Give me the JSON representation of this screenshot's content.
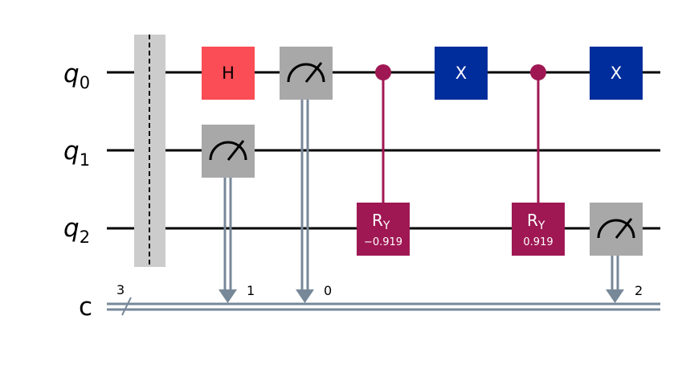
{
  "qubits": [
    {
      "name": "q",
      "index": "0"
    },
    {
      "name": "q",
      "index": "1"
    },
    {
      "name": "q",
      "index": "2"
    }
  ],
  "classical": {
    "name": "c",
    "width": "3"
  },
  "colors": {
    "wire": "#000000",
    "classical": "#778899",
    "barrier": "#cccccc",
    "h": "#fa4d56",
    "measure": "#a8a8a8",
    "x": "#002d9c",
    "cry": "#9f1853"
  },
  "gates": {
    "h_label": "H",
    "x1_label": "X",
    "x2_label": "X",
    "ry1_main": "R",
    "ry1_sub": "Y",
    "ry1_param": "−0.919",
    "ry2_main": "R",
    "ry2_sub": "Y",
    "ry2_param": "0.919"
  },
  "measurements": [
    {
      "qubit": 1,
      "bit": "1"
    },
    {
      "qubit": 0,
      "bit": "0"
    },
    {
      "qubit": 2,
      "bit": "2"
    }
  ]
}
